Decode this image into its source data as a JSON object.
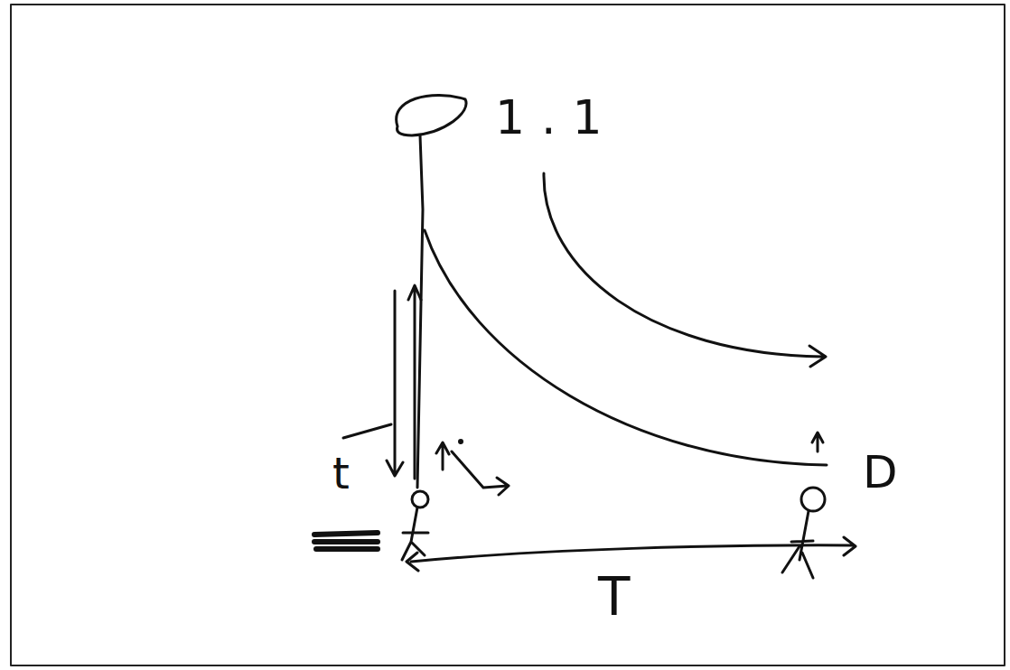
{
  "diagram": {
    "labels": [
      "1.1",
      "t",
      "D",
      "T"
    ]
  }
}
